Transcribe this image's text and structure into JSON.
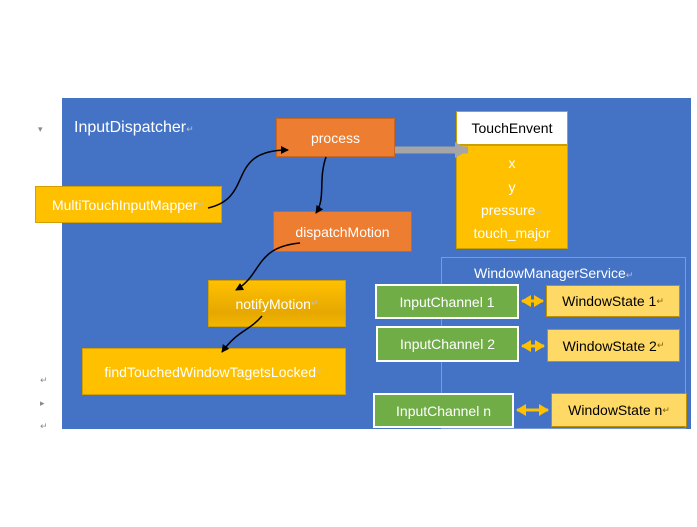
{
  "diagram": {
    "panel_title": "InputDispatcher",
    "boxes": {
      "process": "process",
      "dispatch_motion": "dispatchMotion",
      "multitouch_mapper": "MultiTouchInputMapper",
      "notify_motion": "notifyMotion",
      "find_touched": "findTouchedWindowTagetsLocked"
    },
    "touch_event": {
      "title": "TouchEnvent",
      "fields": [
        "x",
        "y",
        "pressure",
        "touch_major"
      ]
    },
    "window_manager": {
      "title": "WindowManagerService",
      "channels": [
        "InputChannel 1",
        "InputChannel 2",
        "InputChannel n"
      ],
      "states": [
        "WindowState 1",
        "WindowState 2",
        "WindowState n"
      ]
    },
    "colors": {
      "panel": "#4472c4",
      "orange_box": "#ed7d31",
      "yellow_box": "#ffc000",
      "green_box": "#70ad47",
      "window_state": "#ffd966"
    }
  }
}
